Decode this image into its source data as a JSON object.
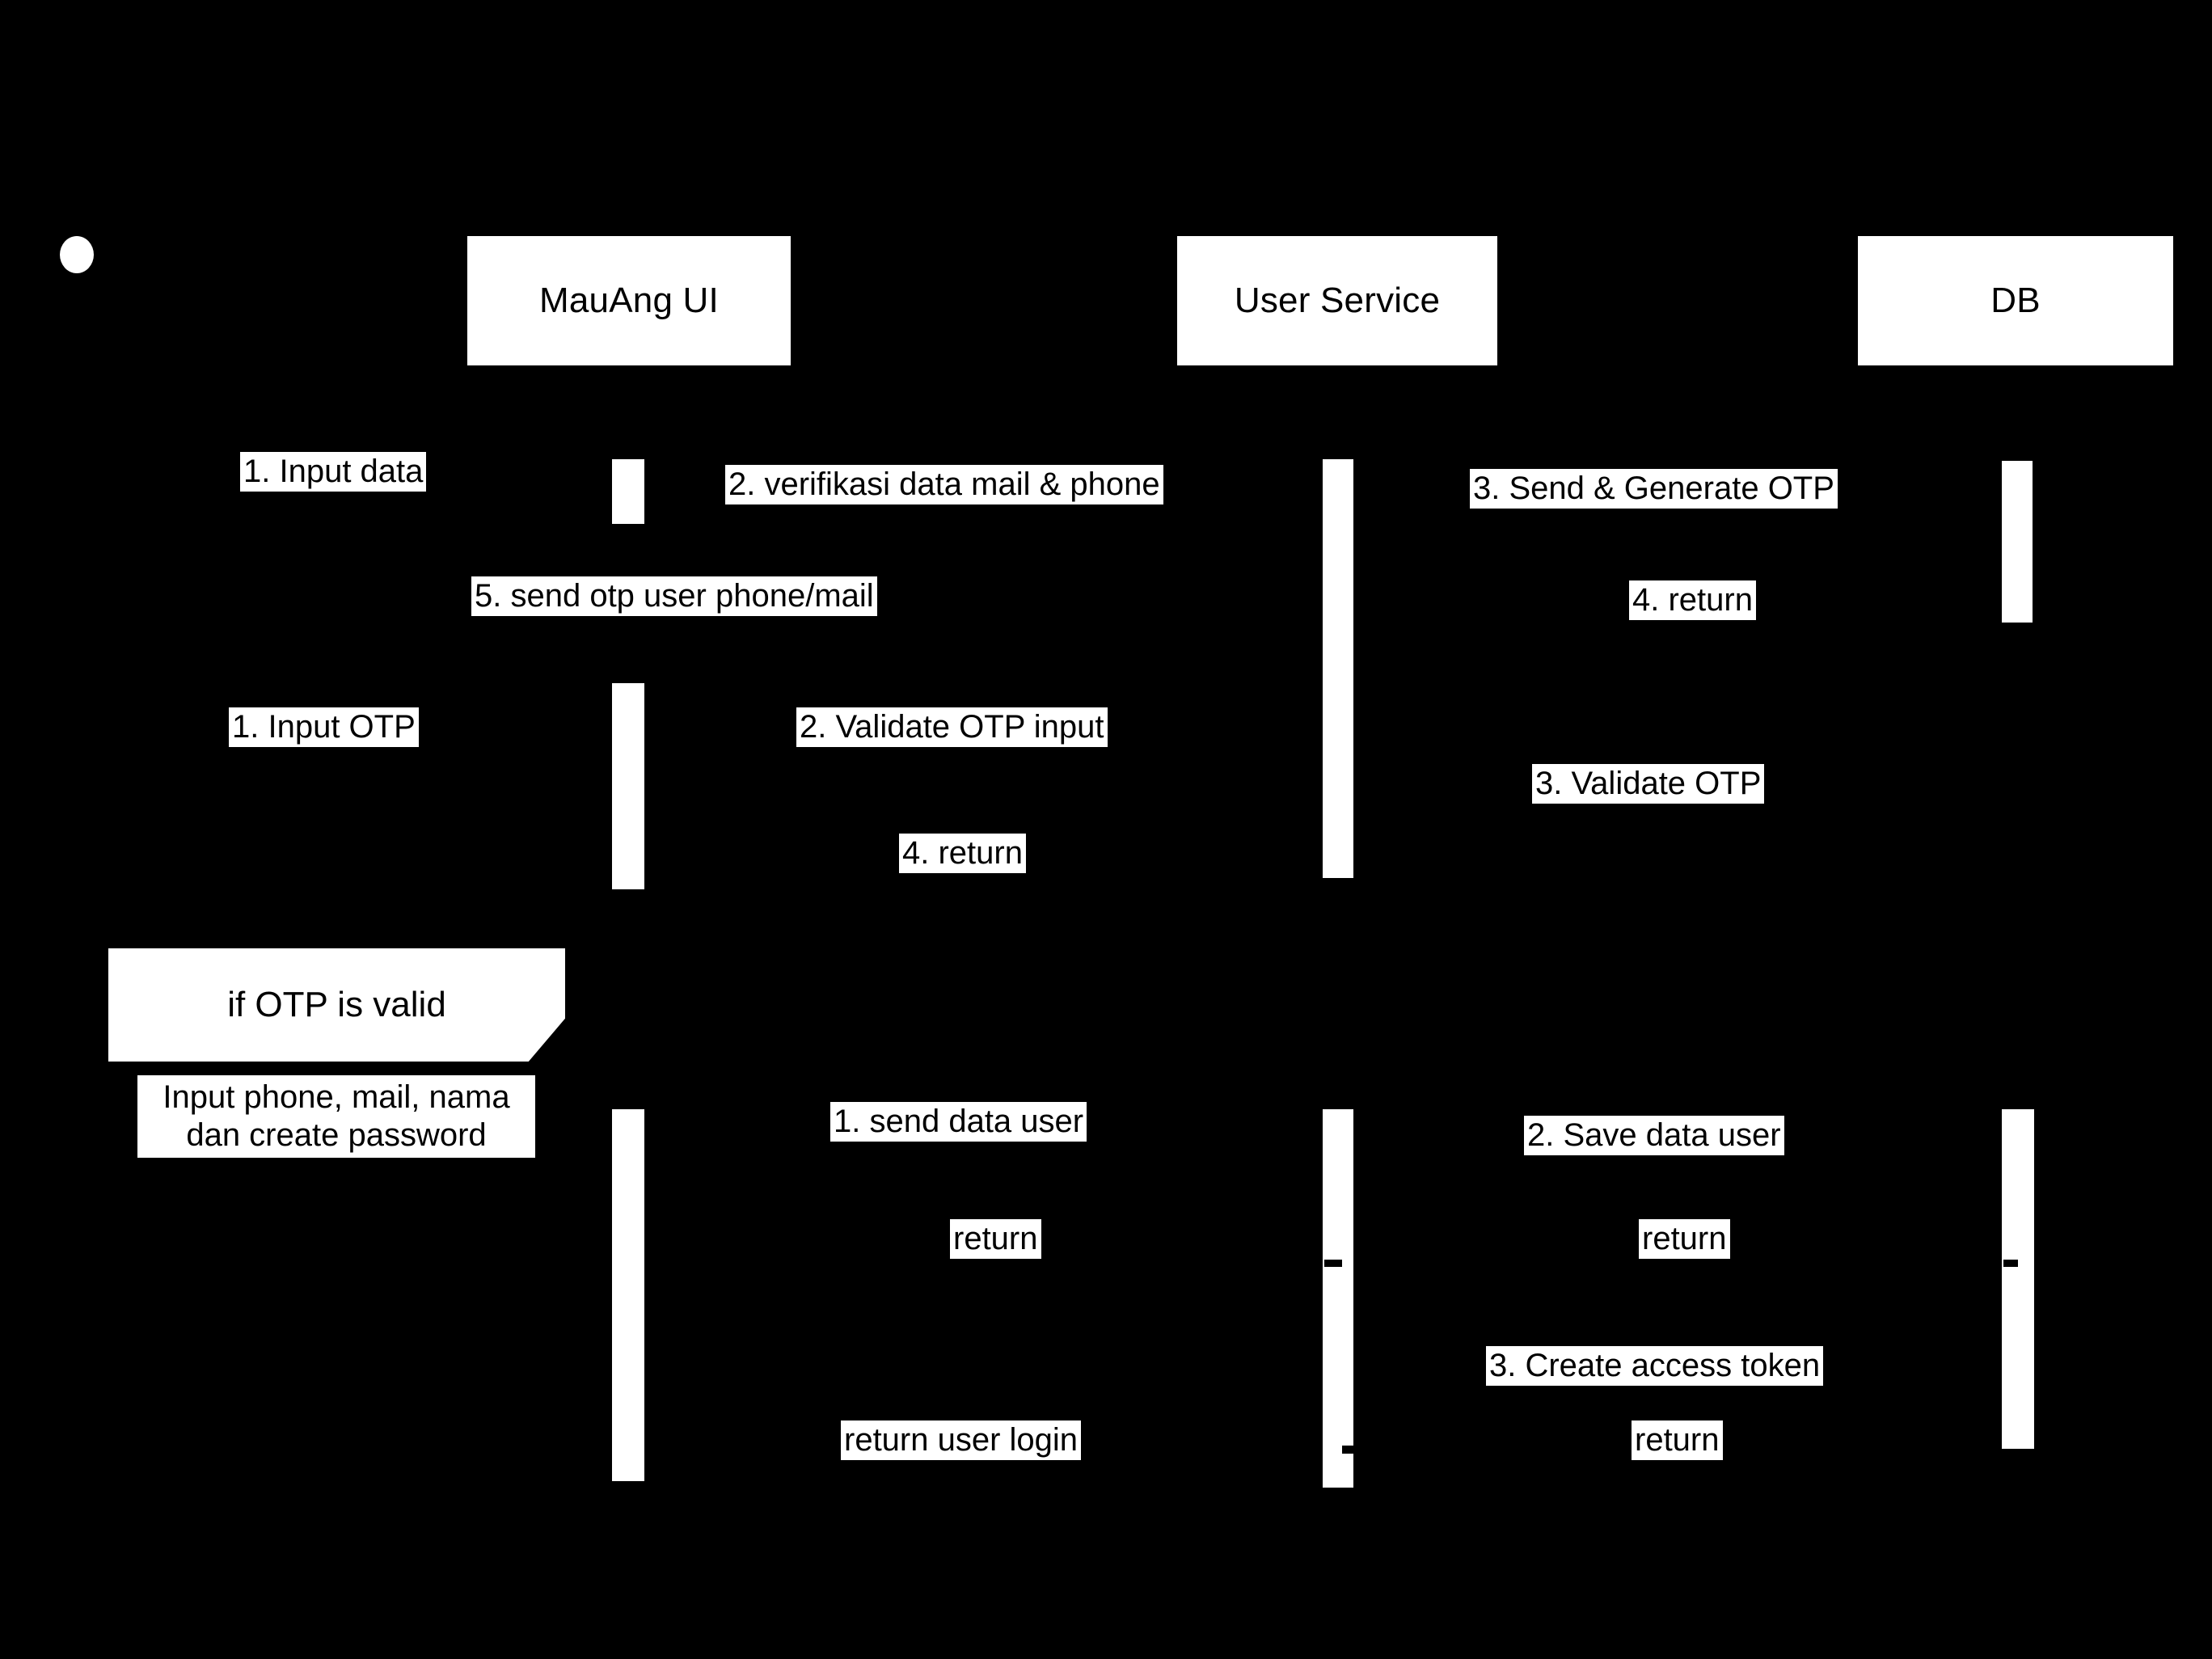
{
  "diagram": {
    "type": "sequence-diagram",
    "background_color": "#000000",
    "foreground_color": "#ffffff",
    "participants": [
      {
        "id": "actor",
        "label": "",
        "kind": "actor"
      },
      {
        "id": "mauang-ui",
        "label": "MauAng UI",
        "kind": "box"
      },
      {
        "id": "user-service",
        "label": "User Service",
        "kind": "box"
      },
      {
        "id": "db",
        "label": "DB",
        "kind": "box"
      }
    ],
    "fragment": {
      "label": "if OTP is valid"
    },
    "messages": [
      {
        "id": "m1",
        "label": "1. Input data",
        "from": "actor",
        "to": "mauang-ui"
      },
      {
        "id": "m2",
        "label": "2. verifikasi data mail & phone",
        "from": "mauang-ui",
        "to": "user-service"
      },
      {
        "id": "m3",
        "label": "3. Send & Generate OTP",
        "from": "user-service",
        "to": "db"
      },
      {
        "id": "m4",
        "label": "4. return",
        "from": "db",
        "to": "user-service"
      },
      {
        "id": "m5",
        "label": "5. send otp user phone/mail",
        "from": "user-service",
        "to": "mauang-ui"
      },
      {
        "id": "m6",
        "label": "1. Input OTP",
        "from": "actor",
        "to": "mauang-ui"
      },
      {
        "id": "m7",
        "label": "2. Validate OTP input",
        "from": "mauang-ui",
        "to": "user-service"
      },
      {
        "id": "m8",
        "label": "3. Validate OTP",
        "from": "user-service",
        "to": "db"
      },
      {
        "id": "m9",
        "label": "4. return",
        "from": "user-service",
        "to": "mauang-ui"
      },
      {
        "id": "m10",
        "label": "Input phone, mail, nama\ndan create password",
        "from": "actor",
        "to": "mauang-ui"
      },
      {
        "id": "m11",
        "label": "1. send data user",
        "from": "mauang-ui",
        "to": "user-service"
      },
      {
        "id": "m12",
        "label": "2. Save data user",
        "from": "user-service",
        "to": "db"
      },
      {
        "id": "m13",
        "label": "return",
        "from": "user-service",
        "to": "mauang-ui"
      },
      {
        "id": "m14",
        "label": "return",
        "from": "db",
        "to": "user-service"
      },
      {
        "id": "m15",
        "label": "3. Create access token",
        "from": "user-service",
        "to": "db"
      },
      {
        "id": "m16",
        "label": "return",
        "from": "db",
        "to": "user-service"
      },
      {
        "id": "m17",
        "label": "return user login",
        "from": "user-service",
        "to": "mauang-ui"
      }
    ]
  }
}
